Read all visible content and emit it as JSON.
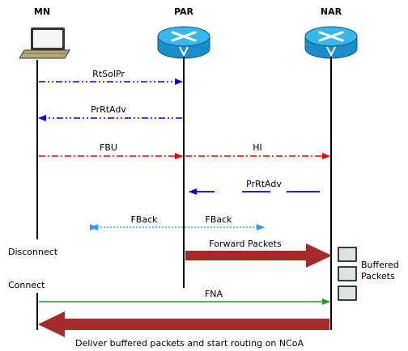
{
  "nodes": {
    "mn": "MN",
    "par": "PAR",
    "nar": "NAR"
  },
  "messages": {
    "rtsolpr": "RtSolPr",
    "prrtadv1": "PrRtAdv",
    "fbu": "FBU",
    "hi": "HI",
    "prrtadv2": "PrRtAdv",
    "fback1": "FBack",
    "fback2": "FBack",
    "forward_packets": "Forward Packets",
    "fna": "FNA",
    "deliver": "Deliver buffered packets and start routing on NCoA"
  },
  "events": {
    "disconnect": "Disconnect",
    "connect": "Connect"
  },
  "buffer": {
    "line1": "Buffered",
    "line2": "Packets"
  },
  "colors": {
    "rtsolpr": "#0000dd",
    "fbu": "#ee0000",
    "fback": "#3399ff",
    "forward": "#a52a2a",
    "fna": "#229922",
    "router": "#1aa3e0",
    "buffer_fill": "#d9e4e4"
  }
}
